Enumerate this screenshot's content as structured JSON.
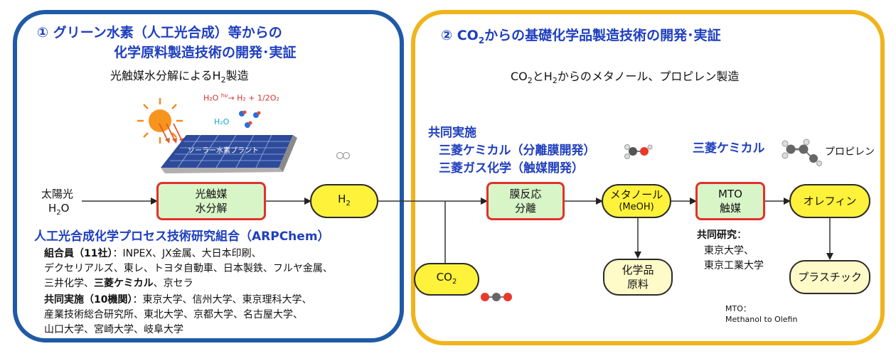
{
  "left_panel": {
    "title_line1": "① グリーン水素（人工光合成）等からの",
    "title_line2": "化学原料製造技術の開発･実証",
    "subtitle_prefix": "光触媒水分解によるH",
    "subtitle_sub": "2",
    "subtitle_suffix": "製造",
    "reaction_lhs": "H₂O",
    "reaction_arrow_label": "hν",
    "reaction_rhs": "H₂ + 1/2O₂",
    "water_label": "H₂O",
    "solar_plant_label": "ソーラー水素プラント",
    "input_line1": "太陽光",
    "input_line2_prefix": "H",
    "input_line2_sub": "2",
    "input_line2_suffix": "O",
    "process_box_line1": "光触媒",
    "process_box_line2": "水分解",
    "h2_prefix": "H",
    "h2_sub": "2",
    "association": "人工光合成化学プロセス技術研究組合（ARPChem）",
    "members_label": "組合員（11社）",
    "members_line1": "：INPEX、JX金属、大日本印刷、",
    "members_line2": "デクセリアルズ、東レ、トヨタ自動車、日本製鉄、フルヤ金属、",
    "members_line3_a": "三井化学、",
    "members_line3_b": "三菱ケミカル",
    "members_line3_c": "、京セラ",
    "joint_label": "共同実施（10機関）",
    "joint_line1": "：東京大学、信州大学、東京理科大学、",
    "joint_line2": "産業技術総合研究所、東北大学、京都大学、名古屋大学、",
    "joint_line3": "山口大学、宮崎大学、岐阜大学"
  },
  "right_panel": {
    "title_a": "② CO",
    "title_sub": "2",
    "title_b": "からの基礎化学品製造技術の開発･実証",
    "subtitle_a": "CO",
    "subtitle_sub1": "2",
    "subtitle_b": "とH",
    "subtitle_sub2": "2",
    "subtitle_c": "からのメタノール、プロピレン製造",
    "joint_heading": "共同実施",
    "joint_company1": "三菱ケミカル（分離膜開発）",
    "joint_company2": "三菱ガス化学（触媒開発）",
    "mcc_label": "三菱ケミカル",
    "propylene_label": "プロピレン",
    "membrane_line1": "膜反応",
    "membrane_line2": "分離",
    "methanol_line1": "メタノール",
    "methanol_line2": "(MeOH)",
    "mto_line1": "MTO",
    "mto_line2": "触媒",
    "olefin_label": "オレフィン",
    "co2_prefix": "CO",
    "co2_sub": "2",
    "chem_line1": "化学品",
    "chem_line2": "原料",
    "plastic_label": "プラスチック",
    "research_label": "共同研究",
    "research_colon": "：",
    "research_line1": "東京大学、",
    "research_line2": "東京工業大学",
    "mto_note_line1": "MTO：",
    "mto_note_line2": "Methanol to Olefin"
  },
  "colors": {
    "left_border": "#1f5aa6",
    "right_border": "#f0b41b",
    "title_blue": "#1f3fbf",
    "green_box": "#d8f5c8",
    "red_border": "#e0322c",
    "yellow_pill": "#fff23a"
  }
}
